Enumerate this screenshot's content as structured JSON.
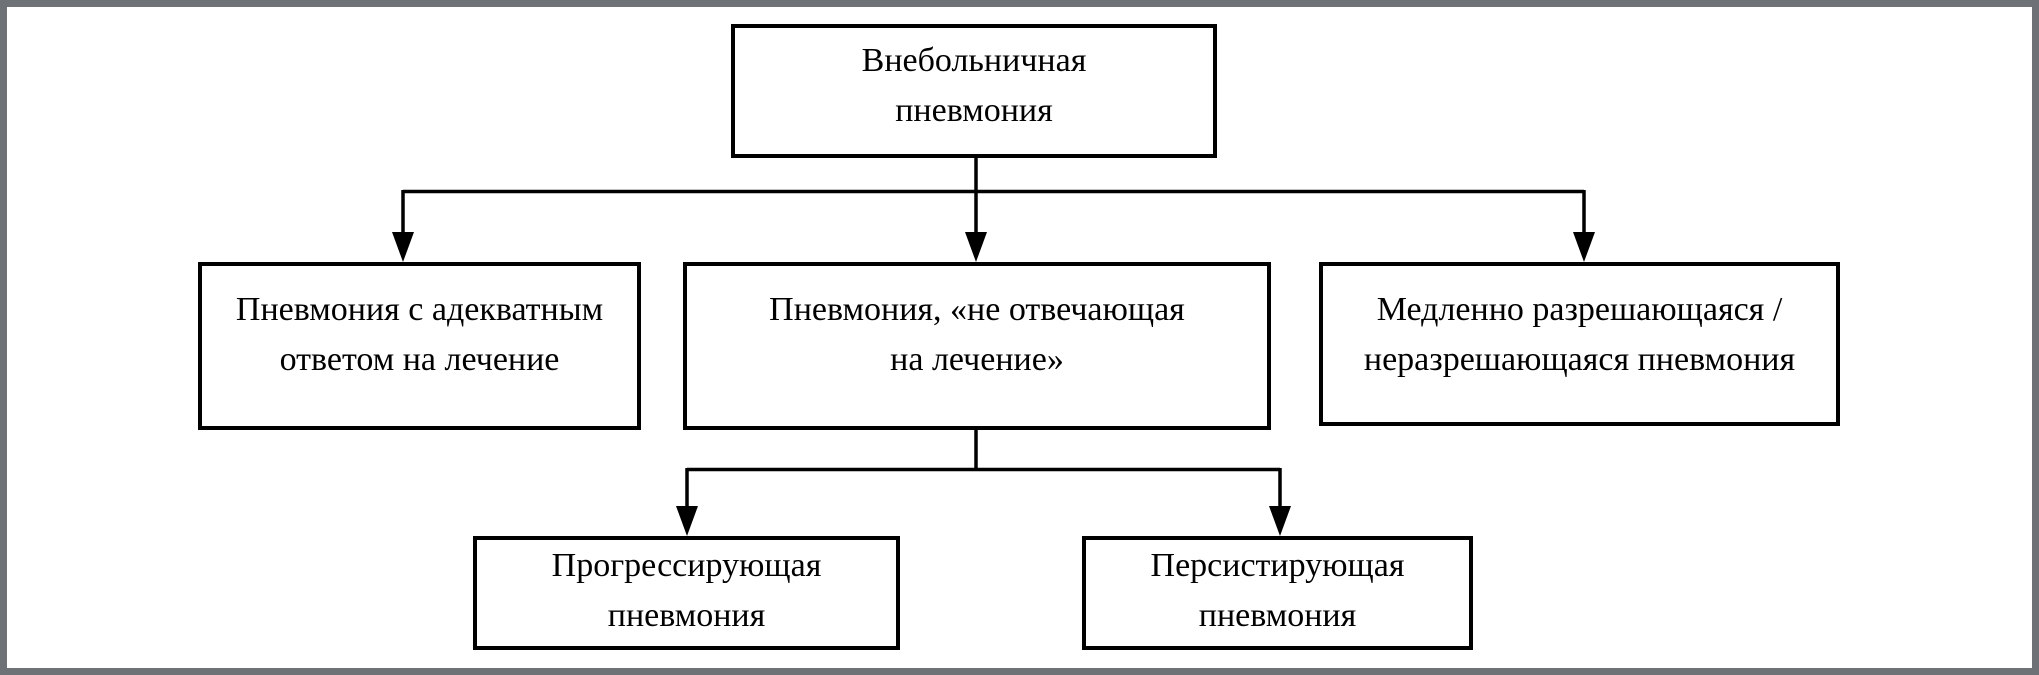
{
  "page": {
    "background_color": "#ffffff",
    "frame_color": "#6e7176"
  },
  "flowchart": {
    "type": "tree-diagram",
    "language": "ru",
    "colors": {
      "box_border": "#000000",
      "box_fill": "#ffffff",
      "connector": "#000000",
      "text": "#000000"
    },
    "nodes": {
      "root": {
        "label": "Внебольничная\nпневмония"
      },
      "adequate_response": {
        "label": "Пневмония с адекватным\nответом на лечение"
      },
      "non_responding": {
        "label": "Пневмония, «не отвечающая\nна лечение»"
      },
      "slowly_resolving": {
        "label": "Медленно разрешающаяся /\nнеразрешающаяся пневмония"
      },
      "progressive": {
        "label": "Прогрессирующая\nпневмония"
      },
      "persistent": {
        "label": "Персистирующая\nпневмония"
      }
    },
    "edges": [
      {
        "from": "root",
        "to": "adequate_response"
      },
      {
        "from": "root",
        "to": "non_responding"
      },
      {
        "from": "root",
        "to": "slowly_resolving"
      },
      {
        "from": "non_responding",
        "to": "progressive"
      },
      {
        "from": "non_responding",
        "to": "persistent"
      }
    ]
  }
}
